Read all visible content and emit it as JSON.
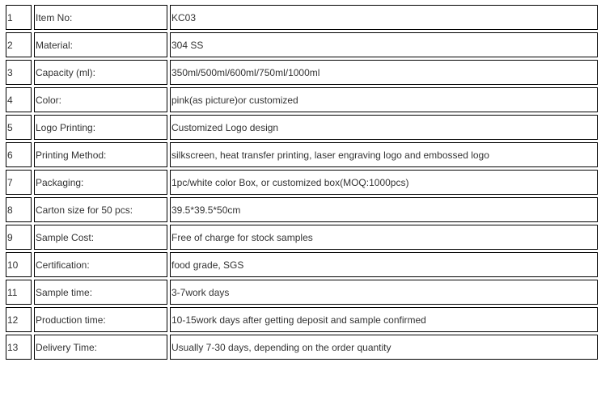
{
  "spec_table": {
    "rows": [
      {
        "num": "1",
        "label": "Item No:",
        "value": "KC03"
      },
      {
        "num": "2",
        "label": "Material:",
        "value": "304 SS"
      },
      {
        "num": "3",
        "label": "Capacity (ml):",
        "value": "350ml/500ml/600ml/750ml/1000ml"
      },
      {
        "num": "4",
        "label": "Color:",
        "value": "pink(as picture)or customized"
      },
      {
        "num": "5",
        "label": "Logo Printing:",
        "value": "Customized Logo design"
      },
      {
        "num": "6",
        "label": "Printing Method:",
        "value": "silkscreen, heat transfer printing, laser engraving logo and embossed logo"
      },
      {
        "num": "7",
        "label": "Packaging:",
        "value": "1pc/white color Box, or customized box(MOQ:1000pcs)"
      },
      {
        "num": "8",
        "label": "Carton size for 50 pcs:",
        "value": "39.5*39.5*50cm"
      },
      {
        "num": "9",
        "label": "Sample Cost:",
        "value": "Free of charge for stock samples"
      },
      {
        "num": "10",
        "label": "Certification:",
        "value": "food grade, SGS"
      },
      {
        "num": "11",
        "label": "Sample time:",
        "value": "3-7work days"
      },
      {
        "num": "12",
        "label": "Production time:",
        "value": "10-15work days after getting deposit and sample confirmed"
      },
      {
        "num": "13",
        "label": "Delivery Time:",
        "value": "Usually 7-30 days, depending on the order quantity"
      }
    ]
  }
}
